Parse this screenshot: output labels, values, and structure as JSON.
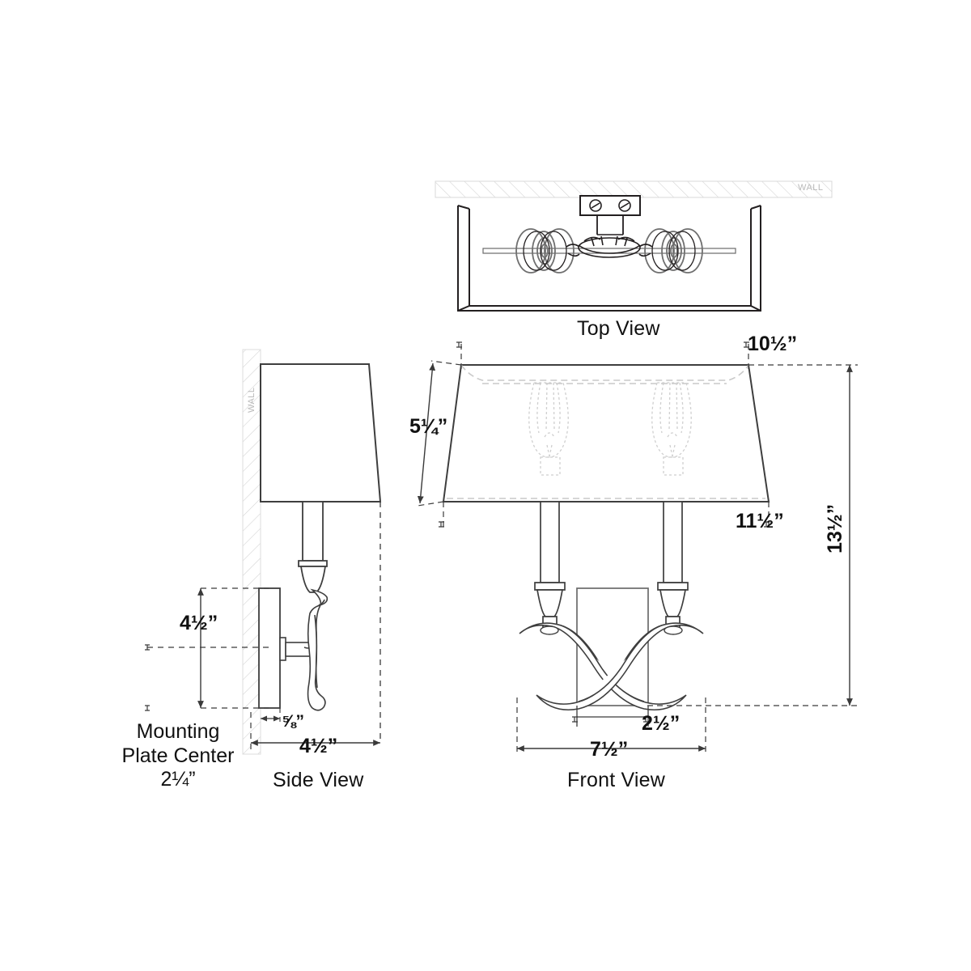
{
  "document": {
    "type": "technical-specification-drawing",
    "subject": "Two-light wall sconce with crossed arms and rectangular fabric shade",
    "units": "inches"
  },
  "views": {
    "top": {
      "title": "Top View",
      "wall_label": "WALL"
    },
    "side": {
      "title": "Side View",
      "wall_label": "WALL"
    },
    "front": {
      "title": "Front View"
    }
  },
  "dimensions": {
    "shade_top_width": "10½”",
    "shade_bottom_width": "11½”",
    "shade_height": "5¼”",
    "overall_height": "13½”",
    "arm_spread": "7½”",
    "backplate_width": "2½”",
    "backplate_drop": "4½”",
    "extension": "4½”",
    "backplate_thickness": "⅝”",
    "mounting_plate_center_line1": "Mounting",
    "mounting_plate_center_line2": "Plate Center",
    "mounting_plate_center_value": "2¼”"
  },
  "colors": {
    "line": "#231f20",
    "hidden_line": "#c9c9c9",
    "dimension_line": "#3a3a3a",
    "wall_hatch": "#d4d4d4",
    "text": "#111111",
    "background": "#ffffff"
  }
}
